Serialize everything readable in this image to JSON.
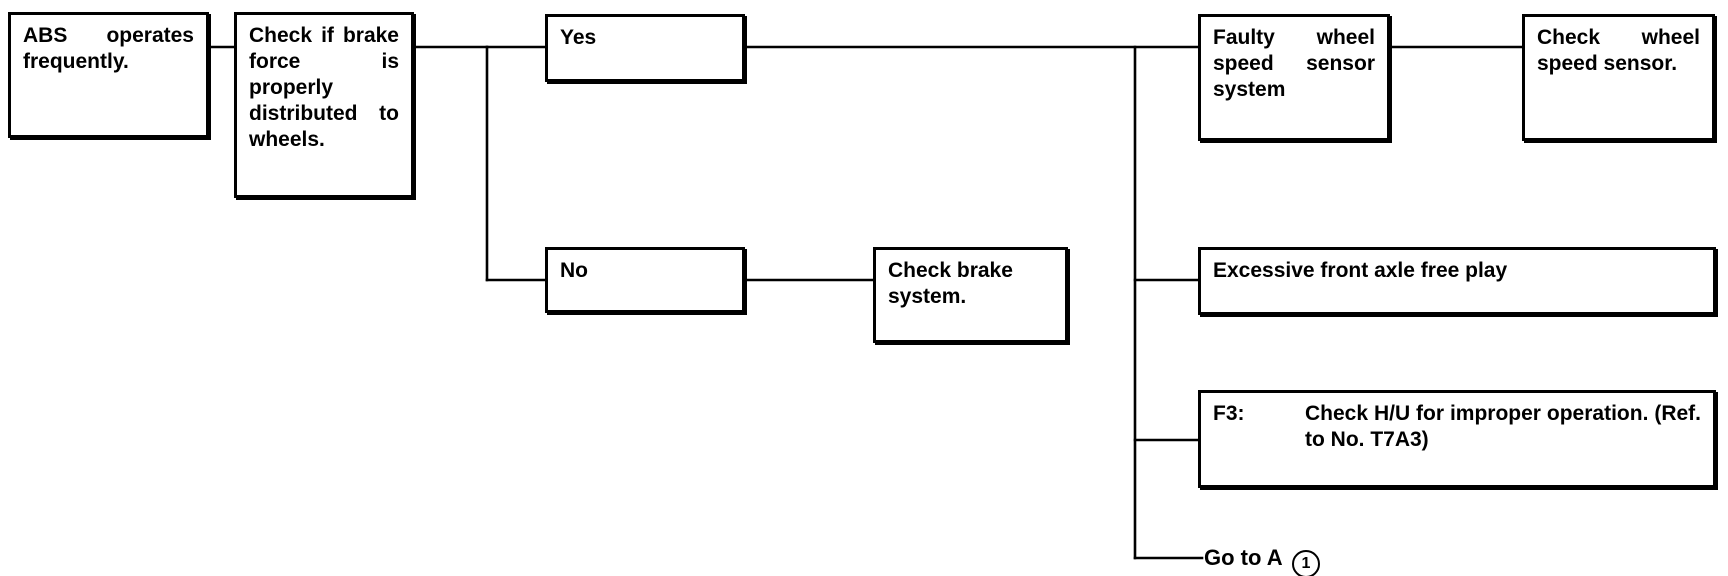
{
  "diagram": {
    "nodes": {
      "abs_frequent": "ABS oper­ates fre­quently.",
      "check_distribution": "Check if brake force is properly distributed to wheels.",
      "yes": "Yes",
      "no": "No",
      "check_brake_system": "Check brake system.",
      "faulty_sensor_system": "Faulty wheel speed sen­sor system",
      "check_wheel_sensor": "Check wheel speed sen­sor.",
      "front_axle_play": "Excessive front axle free play",
      "f3_code": "F3:",
      "f3_text": "Check H/U for improper opera­tion. (Ref. to No. T7A3)",
      "goto_text": "Go to A",
      "goto_ref": "1"
    }
  }
}
